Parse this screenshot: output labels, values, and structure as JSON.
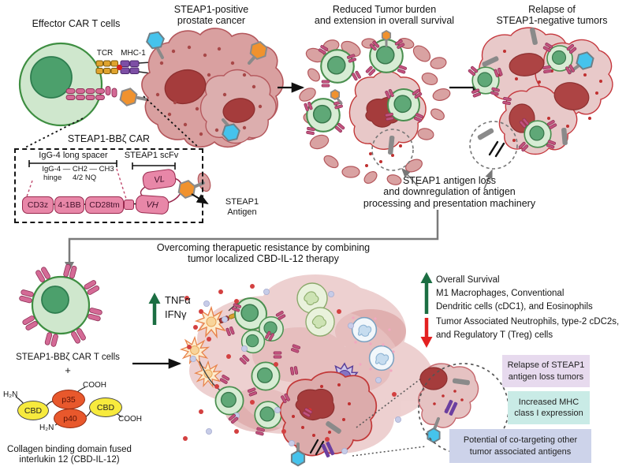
{
  "palette": {
    "t_cell_green": "#cfe7cd",
    "t_cell_border": "#3e8e41",
    "nucleus_green": "#4ca06c",
    "tumor_pink": "#d9a0a0",
    "tumor_border": "#b4575c",
    "tumor_nucleus": "#a53c3c",
    "relapse_pink": "#e8c9c9",
    "car_pink": "#d46a96",
    "tcr_orange": "#dfa32e",
    "mhc_purple": "#7d4fa5",
    "antigen_blue": "#45c3ec",
    "antigen_orange": "#f0922e",
    "construct_pink": "#e887a8",
    "cbd_yellow": "#f7ea3d",
    "il12_orange": "#e8582c",
    "arrow_green": "#1b6e42",
    "arrow_red": "#e32020",
    "box_relapse": "#e7daee",
    "box_mhc": "#c9ebe6",
    "box_cotarget": "#cdd3ea"
  },
  "panels": {
    "effector": {
      "title": "Effector CAR T cells",
      "tcr": "TCR",
      "mhc": "MHC-1"
    },
    "steap1_positive": {
      "title": "STEAP1-positive\nprostate cancer"
    },
    "reduced": {
      "title": "Reduced Tumor burden\nand extension in overall survival"
    },
    "relapse": {
      "title": "Relapse of\nSTEAP1-negative tumors"
    }
  },
  "construct": {
    "title": "STEAP1-BBζ CAR",
    "spacer": "IgG-4 long spacer",
    "scfv": "STEAP1 scFv",
    "formula": "IgG-4 — CH2 — CH3",
    "hinge": "hinge",
    "nq": "4/2 NQ",
    "domains": [
      "CD3z",
      "4-1BB",
      "CD28tm"
    ],
    "vl": "VL",
    "vh": "VH",
    "antigen": "STEAP1\nAntigen"
  },
  "resistance_note": "STEAP1 antigen loss\nand downregulation of antigen\nprocessing and presentation machinery",
  "therapy": {
    "title": "Overcoming therapuetic resistance by combining\ntumor localized CBD-IL-12 therapy",
    "car_t": "STEAP1-BBζ CAR T cells",
    "plus": "+",
    "cytokines": "TNFα\nIFNγ",
    "cbd": "CBD",
    "p35": "p35",
    "p40": "p40",
    "h2n": "H₂N",
    "cooh": "COOH",
    "caption": "Collagen binding domain fused\ninterlukin 12 (CBD-IL-12)"
  },
  "legend": {
    "up": "Overall Survival\nM1 Macrophages, Conventional\nDendritic cells (cDC1), and Eosinophils",
    "down": "Tumor Associated Neutrophils, type-2 cDC2s,\nand Regulatory T (Treg) cells"
  },
  "outcomes": [
    {
      "label": "Relapse of STEAP1\nantigen loss tumors"
    },
    {
      "label": "Increased MHC\nclass I expression"
    },
    {
      "label": "Potential of co-targeting other\ntumor associated antigens"
    }
  ]
}
